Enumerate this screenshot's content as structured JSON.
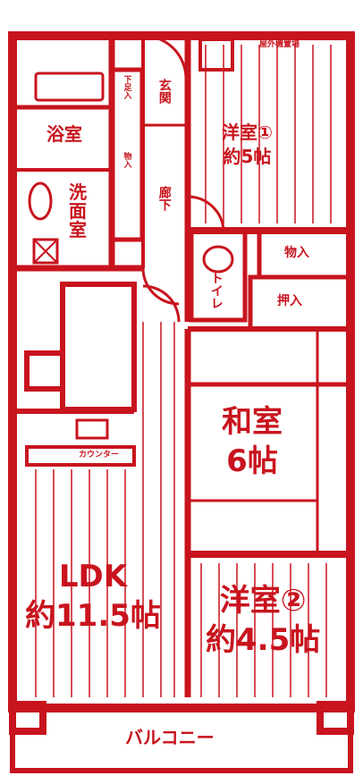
{
  "colors": {
    "ink": "#c8141e",
    "paper": "#ffffff"
  },
  "rooms": {
    "western1": {
      "name": "洋室①",
      "size": "約5帖"
    },
    "western2": {
      "name": "洋室②",
      "size": "約4.5帖"
    },
    "japanese": {
      "name": "和室",
      "size": "6帖"
    },
    "ldk": {
      "name": "LDK",
      "size": "約11.5帖"
    },
    "bath": {
      "name": "浴室"
    },
    "washroom": {
      "name": "洗面室"
    },
    "entrance": {
      "name": "玄関"
    },
    "corridor": {
      "name": "廊下"
    },
    "toilet": {
      "name": "トイレ"
    },
    "storage": {
      "name": "物入"
    },
    "closet": {
      "name": "押入"
    },
    "shoe_closet": {
      "name": "下足入"
    },
    "storage_small": {
      "name": "物入"
    },
    "counter": {
      "name": "カウンター"
    },
    "balcony": {
      "name": "バルコニー"
    },
    "meter_box": {
      "name": "屋外機置場"
    }
  }
}
